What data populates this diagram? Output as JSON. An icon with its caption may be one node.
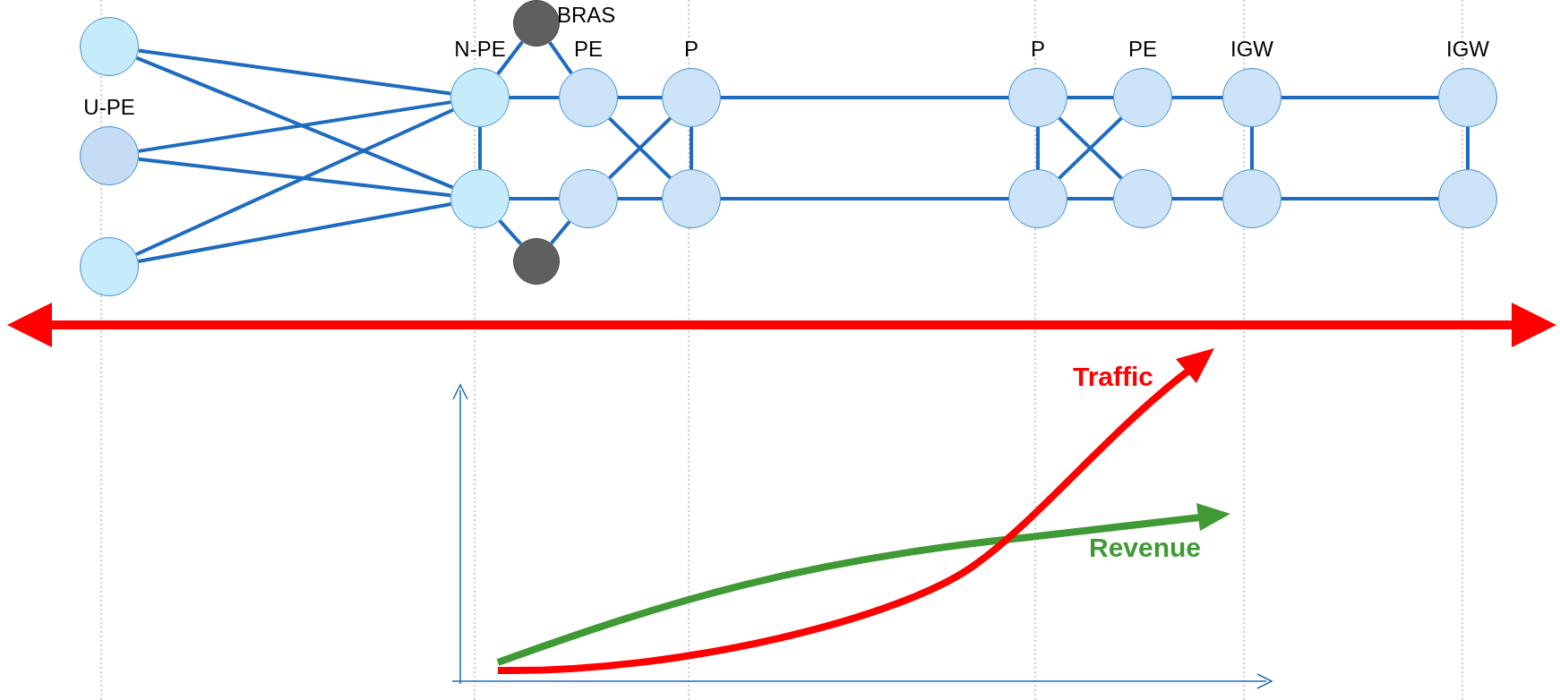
{
  "diagram": {
    "nodes": [
      {
        "text": [],
        "shape": "circle"
      },
      {
        "text": [
          "U-PE"
        ]
      },
      {
        "text": [],
        "shape": "circle"
      },
      {
        "text": [
          "BRAS"
        ]
      },
      {
        "text": [
          "N-PE"
        ]
      },
      {
        "text": [
          "PE"
        ]
      },
      {
        "text": [
          "P"
        ]
      },
      {
        "text": [],
        "shape": "circle"
      },
      {
        "text": [],
        "shape": "circle"
      },
      {
        "text": [],
        "shape": "circle"
      },
      {
        "text": [],
        "shape": "circle"
      },
      {
        "text": [
          "P"
        ]
      },
      {
        "text": [
          "PE"
        ]
      },
      {
        "text": [
          "IGW"
        ]
      },
      {
        "text": [
          "IGW"
        ]
      },
      {
        "text": [],
        "shape": "circle"
      },
      {
        "text": [],
        "shape": "circle"
      },
      {
        "text": [],
        "shape": "circle"
      },
      {
        "text": [],
        "shape": "circle"
      }
    ],
    "edges": [
      {
        "from": 0,
        "to": 4,
        "arrow": "none"
      },
      {
        "from": 0,
        "to": 7,
        "arrow": "none"
      },
      {
        "from": 1,
        "to": 4,
        "arrow": "none"
      },
      {
        "from": 1,
        "to": 7,
        "arrow": "none"
      },
      {
        "from": 2,
        "to": 4,
        "arrow": "none"
      },
      {
        "from": 2,
        "to": 7,
        "arrow": "none"
      },
      {
        "from": 4,
        "to": 7,
        "arrow": "none"
      },
      {
        "from": 4,
        "to": 3,
        "arrow": "none"
      },
      {
        "from": 3,
        "to": 5,
        "arrow": "none"
      },
      {
        "from": 7,
        "to": 8,
        "arrow": "none"
      },
      {
        "from": 8,
        "to": 9,
        "arrow": "none"
      },
      {
        "from": 4,
        "to": 5,
        "arrow": "none"
      },
      {
        "from": 7,
        "to": 9,
        "arrow": "none"
      },
      {
        "from": 5,
        "to": 6,
        "arrow": "none"
      },
      {
        "from": 9,
        "to": 10,
        "arrow": "none"
      },
      {
        "from": 5,
        "to": 10,
        "arrow": "none"
      },
      {
        "from": 9,
        "to": 6,
        "arrow": "none"
      },
      {
        "from": 6,
        "to": 10,
        "arrow": "none"
      },
      {
        "from": 6,
        "to": 11,
        "arrow": "none"
      },
      {
        "from": 10,
        "to": 15,
        "arrow": "none"
      },
      {
        "from": 11,
        "to": 15,
        "arrow": "none"
      },
      {
        "from": 11,
        "to": 16,
        "arrow": "none"
      },
      {
        "from": 15,
        "to": 12,
        "arrow": "none"
      },
      {
        "from": 11,
        "to": 12,
        "arrow": "none"
      },
      {
        "from": 15,
        "to": 16,
        "arrow": "none"
      },
      {
        "from": 12,
        "to": 13,
        "arrow": "none"
      },
      {
        "from": 16,
        "to": 17,
        "arrow": "none"
      },
      {
        "from": 13,
        "to": 17,
        "arrow": "none"
      },
      {
        "from": 13,
        "to": 14,
        "arrow": "none"
      },
      {
        "from": 17,
        "to": 18,
        "arrow": "none"
      },
      {
        "from": 14,
        "to": 18,
        "arrow": "none"
      }
    ],
    "labels": [
      "Traffic",
      "Revenue"
    ]
  }
}
